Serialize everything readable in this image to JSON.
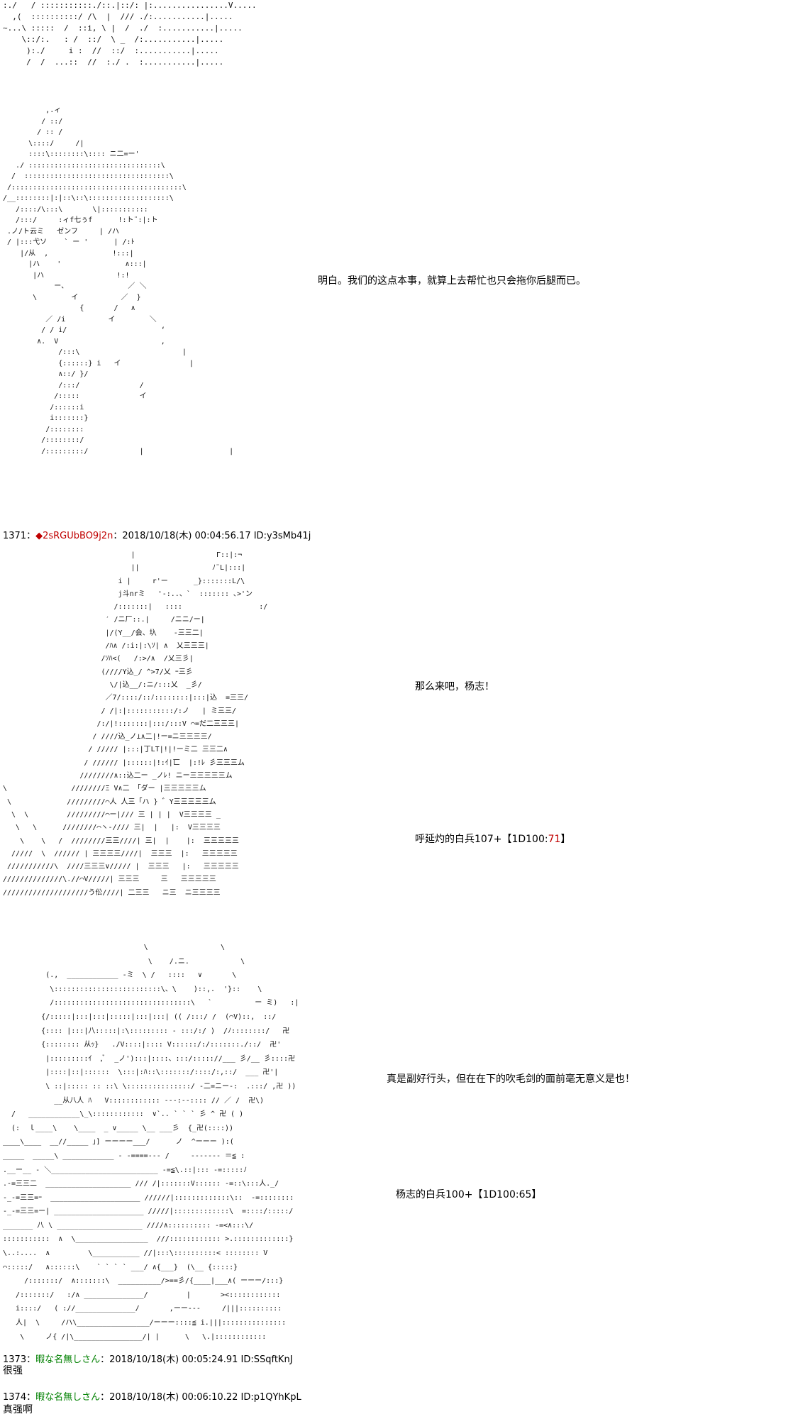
{
  "art": {
    "top": ":./   / :::::::::::./::.|::/: |:................V.....\n  ,(  ::::::::::/ /\\  |  /// ./:...........|.....\n~...\\ :::::  /  ::i, \\ |  /  ./  :...........|.....\n    \\::/:.   : /  ::/  \\ _  /:...........|.....\n     ):./     i :  //  ::/  :...........|.....\n     /  /  ...::  //  :./ .  :...........|.....",
    "figure1": "          ,.ィ\n         / ::/\n        / :: /\n      \\::::/     /|\n      ::::\\::::::::\\:::: ニ二=ー'\n   ./ :::::::::::::::::::::::::::::::\\\n  /  ::::::::::::::::::::::::::::::::::\\\n /::::::::::::::::::::::::::::::::::::::::\\\n/__::::::::|:|::\\::\\:::::::::::::::::::\\\n   /::::/\\:::\\       \\|:::::::::::\n   /:::/     :ィf七ぅf      !:ト¨:|:ト\n .ノ/ト云ミ   ゼンフ     | /ハ\n / |:::弋ソ    ` ー '      | /:ﾄ\n    |/从  ,               !:::|\n      |ハ    '               ∧:::|\n       |ハ                 !:!\n            ー、              ／ ＼\n       \\        イ          ／  }\n                  {       /   ∧\n          ／ /i          イ        ＼\n         / / i/                      ‘\n        ∧.  V                        ,\n             /:::\\                        |\n             {::::::} i   イ                |\n             ∧::/ }/\n             /:::/              /\n            /:::::              イ\n           /::::::i\n           i:::::::}\n          /::::::::\n         /::::::::/\n         /:::::::::/            |                    |",
    "figure2": "                              |                   Γ::|:¬\n                              ||                 ﾉ¨L|:::|\n                           i |     r'ー      _}:::::::L/\\\n                           j斗nrミ   '-:..、`  ::::::: ､>'ン\n                          /:::::::|   ::::                  :/\n                        ′ /ニ厂::.|     /ニニ/ー|\n                        |/⟨Y__/会、圦    -三三二|\n                        /ﾊ∧ /:i:|:\\ｿ| ∧  乂三三三|\n                       /ｿﾊ<(   /:>/∧  /乂三彡|\n                       (////Y込_/ ^>7/乂 ｰ三彡\n                         \\/|込__/:ニ/:::乂  _彡/\n                        ／7/::::/::ﾉ::::::::|:::|込  =三三/\n                       / /|:|:::::::::::/:ノ   | ミ三三/\n                      /:/|!:::::::|:::/:::V ⌒=だ二三三三|\n                     / ////込_ノ⊥∧二|!ー=ニ三三三三/\n                    / ///// |:::|丁LT|!|!ーミ二 三三二∧\n                   / ////// |::::::|!:ｲ|匸  |:!ﾚ 彡三三三ム\n                  ////////∧::込二ー _ノﾚ! ニー三三三三三ム\n\\               ////////Ξ V∧二 「ダー |三三三三三ム\n \\             /////////⌒人 人三「ハ } ゛Y三三三三三ム\n  \\  \\         /////////⌒ー|/// 三 | | |  V三三三三 _\n   \\   \\      ////////⌒ヽ-//// 三|  |   |:  V三三三三\n    \\    \\   /  ////////三三////| 三|  |    |:  三三三三三\n  /////  \\  ////// | 三三三三////|  三三三  |:   三三三三三\n ///////////\\  ////三三三∨///// |  三三三   |:   三三三三三\n//////////////\\.//⌒V/////| 三三三     三   三三三三三\n////////////////////う伀////| 二三三   ニ三  ニ三三三三",
    "figure3": "                                 \\                 \\\n                                  \\    /.ニ.            \\\n          (.,  ____________ -ミ  \\ /   ::::   ∨       \\\n           \\:::::::::::::::::::::::::\\、\\    )::,.  '}::    \\\n           /::::::::::::::::::::::::::::::::\\   `          ー ミ)   :|\n         {/:::::|:::|:::|:::::|:::|:::| (( /:::/ /  (⌒V)::,  ::/\n         {:::: |:::|八:::::|:\\::::::::: ‐ :::/:/ )  /ﾉ::::::::/   卍\n         {:::::::: 从ｯ}   ./V::::|:::: V::::::/:/:::::::./::/  卍'\n          |:::::::::ｲ  ,ﾞ  _ノ'):::|::::、:::/::::://___ 彡/__ 彡::::卍\n          |::::|::|::::::  \\:::|:ﾊ::\\:::::::/::::/:,::/  ___ 卍'|\n          \\ ::|::::: :: ::\\ \\:::::::::::::::/ -二=ニー-:  .:::/ ,卍 ))\n            __从八人 ﾊ   V:::::::::::: ---:--:::: // ／ /  卍\\)\n  /   ____________\\_\\::::::::::::  ∨`.. ` ` ` 彡 ^ 卍 ( )\n  (:  ｌ____\\    \\____  _ ∨_____ \\__ ___彡  {_卍(::::))\n____\\____  __//_____ 」] ーーーー___/      ノ  ^ーーー ):(\n_____  _____\\ ____________ ‐ -====--- /     ‐‐‐‐‐‐‐ ＝≦ :\n.__ー__ - ＼_________________________ -=≦\\.::|::: -=:::::ﾉ\n.-=三三二  ____________________ /// /|:::::::V:::::: -=::\\:::人._/\n-_-=三三=ｰ  _____________________ //////|:::::::::::::\\::  -=::::::::\n-_-=三三=ー| _____________________ /////|:::::::::::::\\  =::::/:::::/\n_______ 八 \\ ____________________ ////∧:::::::::: -=<∧:::\\/\n:::::::::::  ∧  \\_________________  ///:::::::::::: >.:::::::::::::}\n\\..:....  ∧         \\___________ //|:::\\::::::::::< :::::::: V\n⌒:::::/   ∧::::::\\    ` ` ` ` ___/ ∧{___}  (\\__ {:::::}\n     /:::::::/  ∧:::::::\\  __________/>==彡/{____|___∧( ーーー/:::}\n   /:::::::/   :/∧ ______________/         |       ><::::::::::::\n   i::::/   ( ://______________/       ,ーー---     /|||::::::::::\n   人|  \\     /ハ\\_________________/ーーー::::≦ i.|||:::::::::::::::\n    \\     ノ{ /|\\________________/| |      \\   \\.|::::::::::::"
  },
  "speech": {
    "line1": "明白。我们的这点本事，就算上去帮忙也只会拖你后腿而已。",
    "line2": "那么来吧，杨志！",
    "line3_prefix": "呼延灼的白兵107+【1D100:",
    "line3_value": "71",
    "line3_suffix": "】",
    "line4": "真是副好行头，但在在下的吹毛剑的面前毫无意义是也！",
    "line5": "杨志的白兵100+【1D100:65】"
  },
  "posts": [
    {
      "number": "1371：",
      "diamond": "◆",
      "name": "2sRGUbBO9j2n",
      "datetime": "：2018/10/18(木) 00:04:56.17 ID:y3sMb41j",
      "body": ""
    },
    {
      "number": "1373：",
      "name": "暇な名無しさん",
      "datetime": "：2018/10/18(木) 00:05:24.91 ID:SSqftKnJ",
      "body": "很强"
    },
    {
      "number": "1374：",
      "name": "暇な名無しさん",
      "datetime": "：2018/10/18(木) 00:06:10.22 ID:p1QYhKpL",
      "body": "真强啊"
    }
  ]
}
